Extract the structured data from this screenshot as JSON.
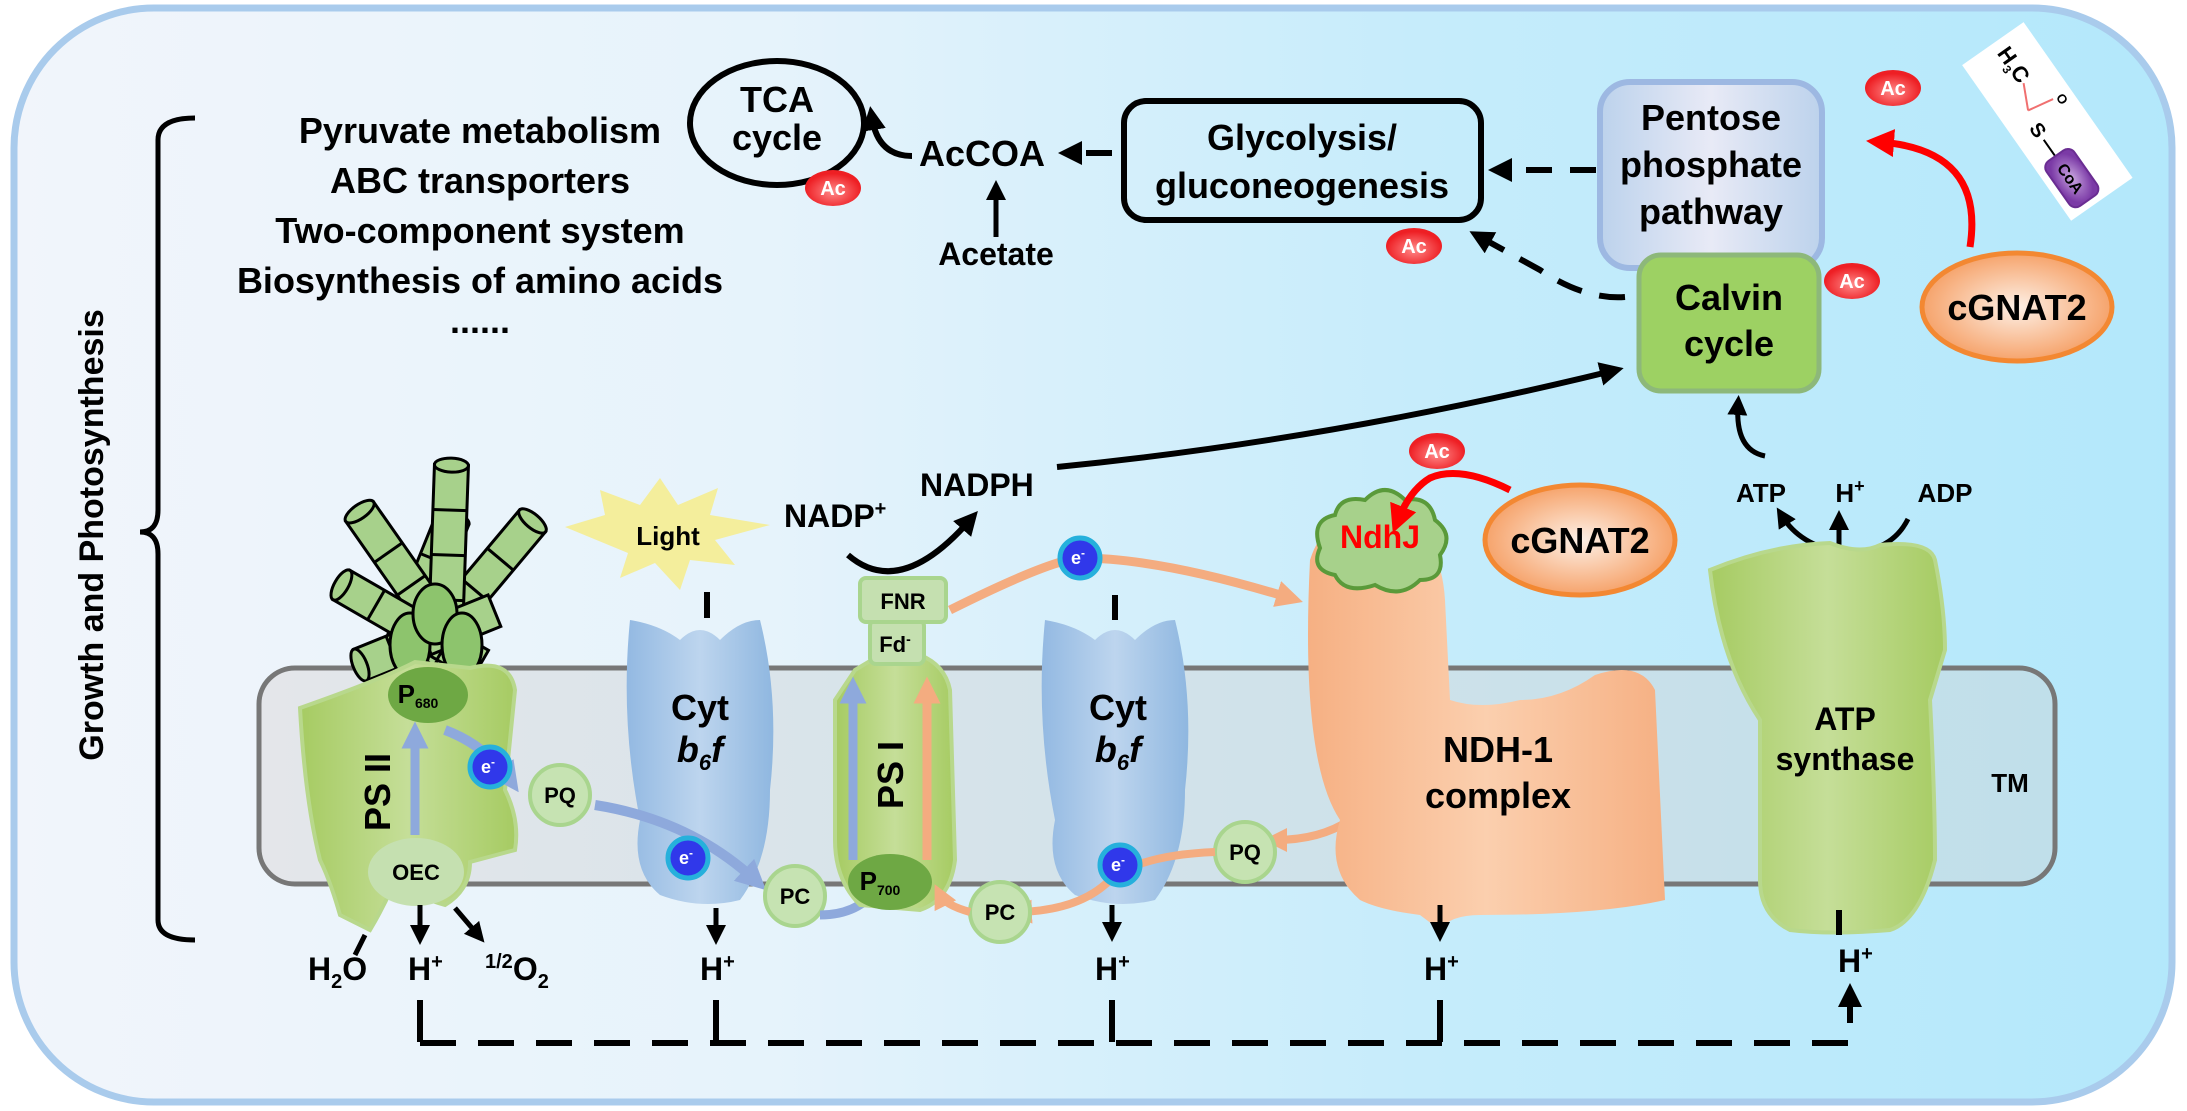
{
  "figure": {
    "side_label": "Growth and Photosynthesis",
    "pathway_list": [
      "Pyruvate metabolism",
      "ABC transporters",
      "Two-component system",
      "Biosynthesis of amino acids",
      "......"
    ],
    "metabolism": {
      "tca": [
        "TCA",
        "cycle"
      ],
      "accoa": "AcCOA",
      "acetate": "Acetate",
      "glycolysis": [
        "Glycolysis/",
        "gluconeogenesis"
      ],
      "pentose": [
        "Pentose",
        "phosphate",
        "pathway"
      ],
      "calvin": [
        "Calvin",
        "cycle"
      ]
    },
    "acetylation_badge": "Ac",
    "enzyme": "cGNAT2",
    "acetyl_coa_molecule": {
      "h3c": "H",
      "h3c_sub": "3",
      "h3c_c": "C",
      "o": "O",
      "s": "S",
      "coa": "CoA"
    },
    "light": "Light",
    "nadp": "NADP",
    "nadp_sup": "+",
    "nadph": "NADPH",
    "ndhj": "NdhJ",
    "atp": "ATP",
    "adp": "ADP",
    "proton": "H",
    "proton_sup": "+",
    "electron": "e",
    "electron_sup": "-",
    "complexes": {
      "psii": "PS II",
      "p680": "P",
      "p680_sub": "680",
      "oec": "OEC",
      "pq": "PQ",
      "cyt_top": "Cyt",
      "cyt_b": "b",
      "cyt_sub": "6",
      "cyt_f": "f",
      "pc": "PC",
      "psi": "PS I",
      "p700": "P",
      "p700_sub": "700",
      "fnr": "FNR",
      "fd": "Fd",
      "fd_sup": "-",
      "ndh": [
        "NDH-1",
        "complex"
      ],
      "atp_synthase": [
        "ATP",
        "synthase"
      ],
      "membrane": "TM"
    },
    "water": {
      "h": "H",
      "sub": "2",
      "o": "O"
    },
    "oxygen": {
      "pre": "1/2",
      "o": "O",
      "sub": "2"
    },
    "colors": {
      "acetyl_red": "#f0282d",
      "enzyme_orange": "#f59a5c",
      "psii_green": "#a8cc6c",
      "cyt_blue": "#9dbfe3",
      "ndh_orange": "#f8b888",
      "electron_blue": "#2f37e8",
      "membrane_gray": "#e3e5e9"
    }
  }
}
